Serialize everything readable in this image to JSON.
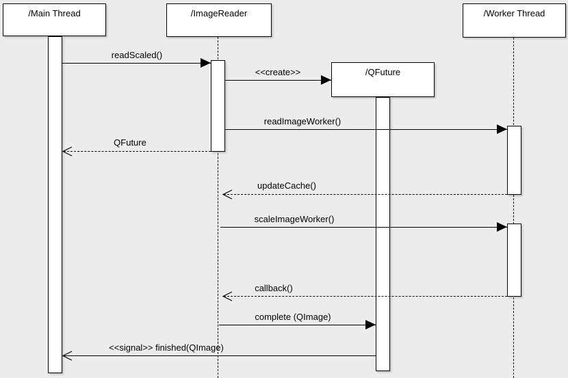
{
  "diagram": {
    "type": "uml-sequence-diagram",
    "colors": {
      "background": "#ececec",
      "box_fill": "#ffffff",
      "line": "#000000",
      "text": "#000000"
    }
  },
  "actors": [
    {
      "name": "main-thread",
      "label": "/Main Thread"
    },
    {
      "name": "image-reader",
      "label": "/ImageReader"
    },
    {
      "name": "qfuture",
      "label": "/QFuture"
    },
    {
      "name": "worker-thread",
      "label": "/Worker Thread"
    }
  ],
  "messages": [
    {
      "label": "readScaled()",
      "from": "main-thread",
      "to": "image-reader",
      "line": "solid",
      "arrowhead": "filled"
    },
    {
      "label": "<<create>>",
      "from": "image-reader",
      "to": "qfuture",
      "line": "solid",
      "arrowhead": "filled"
    },
    {
      "label": "readImageWorker()",
      "from": "image-reader",
      "to": "worker-thread",
      "line": "solid",
      "arrowhead": "filled"
    },
    {
      "label": "QFuture",
      "from": "image-reader",
      "to": "main-thread",
      "line": "dashed",
      "arrowhead": "open"
    },
    {
      "label": "updateCache()",
      "from": "worker-thread",
      "to": "image-reader",
      "line": "dashed",
      "arrowhead": "open"
    },
    {
      "label": "scaleImageWorker()",
      "from": "image-reader",
      "to": "worker-thread",
      "line": "solid",
      "arrowhead": "filled"
    },
    {
      "label": "callback()",
      "from": "worker-thread",
      "to": "image-reader",
      "line": "dashed",
      "arrowhead": "open"
    },
    {
      "label": "complete (QImage)",
      "from": "image-reader",
      "to": "qfuture",
      "line": "solid",
      "arrowhead": "filled"
    },
    {
      "label": "<<signal>> finished(QImage)",
      "from": "qfuture",
      "to": "main-thread",
      "line": "solid",
      "arrowhead": "open"
    }
  ]
}
